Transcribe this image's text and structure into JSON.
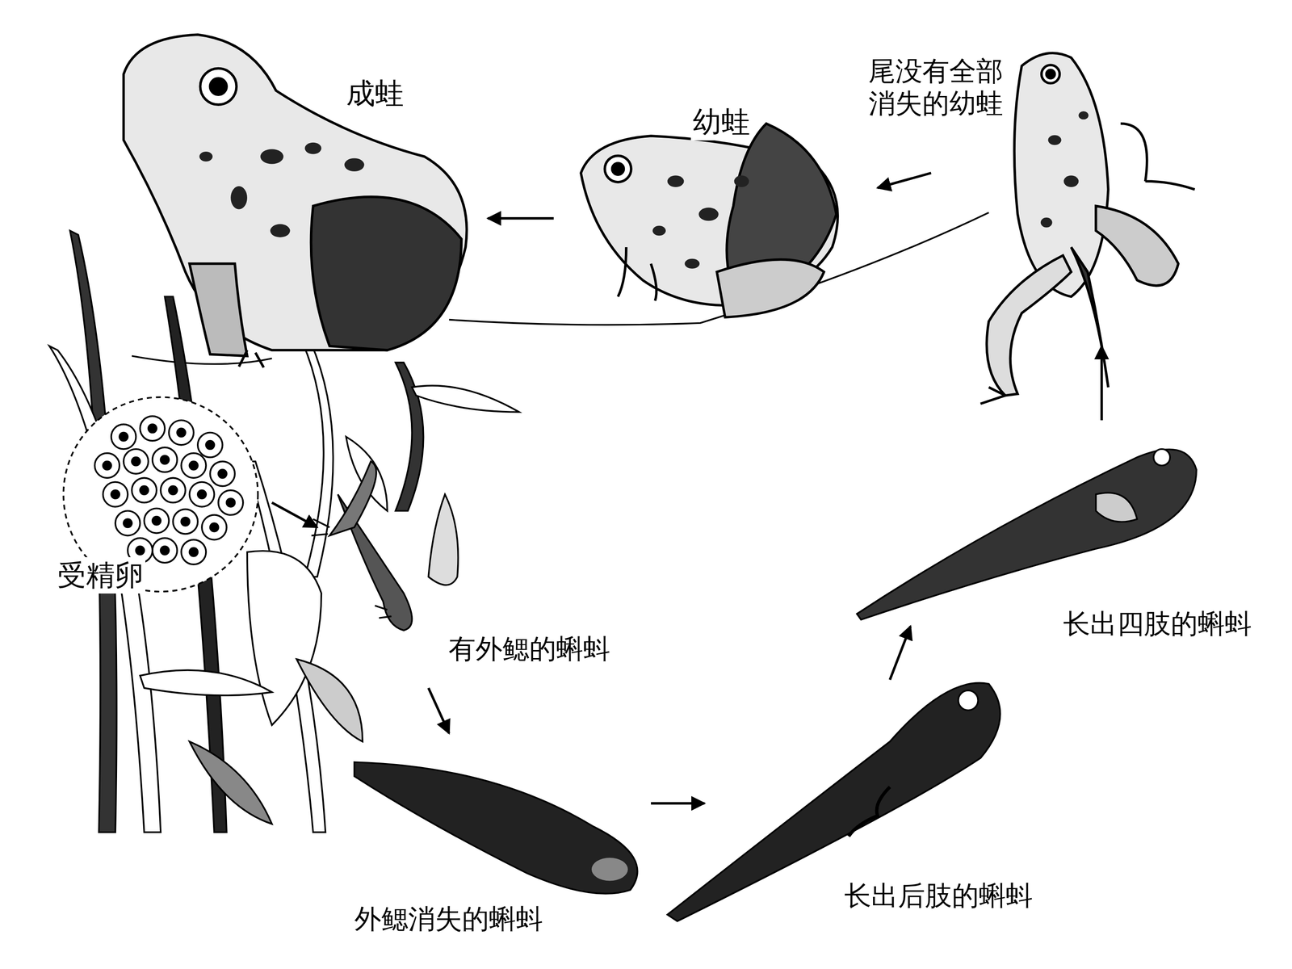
{
  "diagram": {
    "labels": [
      "成蛙",
      "幼蛙",
      "尾没有全部消失的幼蛙",
      "受精卵",
      "有外鳃的蝌蚪",
      "外鳃消失的蝌蚪",
      "长出后肢的蝌蚪",
      "长出四肢的蝌蚪"
    ]
  }
}
